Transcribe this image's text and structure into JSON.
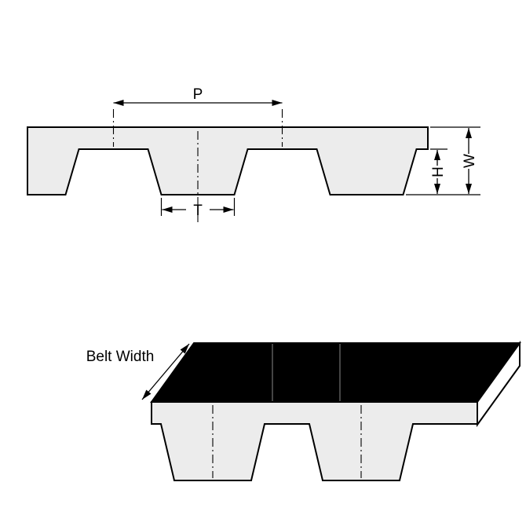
{
  "diagram": {
    "cross_section": {
      "pitch_label": "P",
      "tooth_width_label": "T",
      "tooth_height_label": "H",
      "belt_thickness_label": "W"
    },
    "perspective": {
      "belt_width_label": "Belt Width"
    },
    "colors": {
      "background": "#ffffff",
      "belt_fill": "#ececec",
      "outline": "#000000",
      "top_face_fill": "#000000",
      "end_face_fill": "#ffffff"
    }
  }
}
